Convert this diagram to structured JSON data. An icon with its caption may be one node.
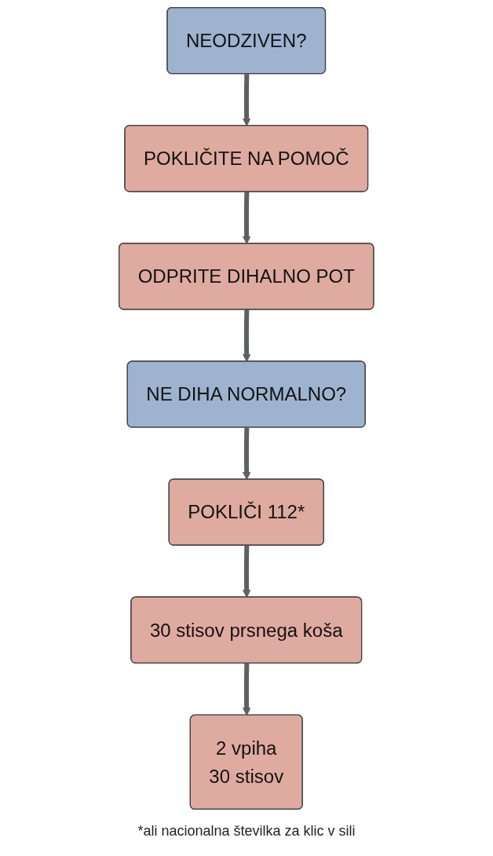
{
  "diagram": {
    "caption": "*ali nacionalna številka za klic v sili",
    "nodes": [
      {
        "text": [
          "NEODZIVEN?"
        ]
      },
      {
        "text": [
          "POKLIČITE NA POMOČ"
        ]
      },
      {
        "text": [
          "ODPRITE DIHALNO POT"
        ]
      },
      {
        "text": [
          "NE DIHA NORMALNO?"
        ]
      },
      {
        "text": [
          "POKLIČI 112*"
        ]
      },
      {
        "text": [
          "30 stisov prsnega koša"
        ]
      },
      {
        "text": [
          "2 vpiha",
          "30 stisov"
        ]
      }
    ],
    "edges": [
      {
        "from": 0,
        "to": 1,
        "arrow": "to"
      },
      {
        "from": 1,
        "to": 2,
        "arrow": "to"
      },
      {
        "from": 2,
        "to": 3,
        "arrow": "to"
      },
      {
        "from": 3,
        "to": 4,
        "arrow": "to"
      },
      {
        "from": 4,
        "to": 5,
        "arrow": "to"
      },
      {
        "from": 5,
        "to": 6,
        "arrow": "to"
      }
    ]
  }
}
